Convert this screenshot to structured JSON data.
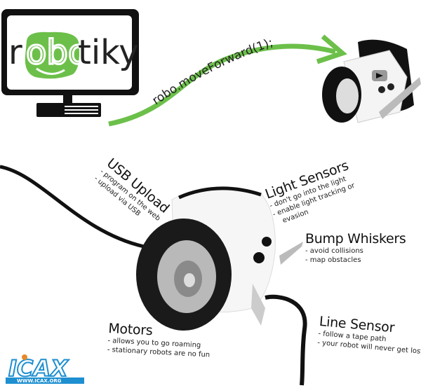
{
  "logo": {
    "text_pre": "r",
    "text_green": "obo",
    "text_post": "tiky",
    "green": "#6cc04a"
  },
  "code_text": "robo.moveForward(1);",
  "arrow_color": "#6cc04a",
  "features": [
    {
      "title": "USB Upload",
      "items": [
        "- program on the web",
        "- upload via USB"
      ]
    },
    {
      "title": "Light Sensors",
      "items": [
        "- don't go into the light",
        "- enable light tracking or",
        "  evasion"
      ]
    },
    {
      "title": "Bump Whiskers",
      "items": [
        "- avoid collisions",
        "- map obstacles"
      ]
    },
    {
      "title": "Line Sensor",
      "items": [
        "- follow a tape path",
        "- your robot will never get lost"
      ]
    },
    {
      "title": "Motors",
      "items": [
        "- allows you to go roaming",
        "- stationary robots are no fun"
      ]
    }
  ],
  "watermark": {
    "text": "ICAX",
    "url_text": "WWW.ICAX.ORG",
    "color": "#1e8fd0"
  }
}
